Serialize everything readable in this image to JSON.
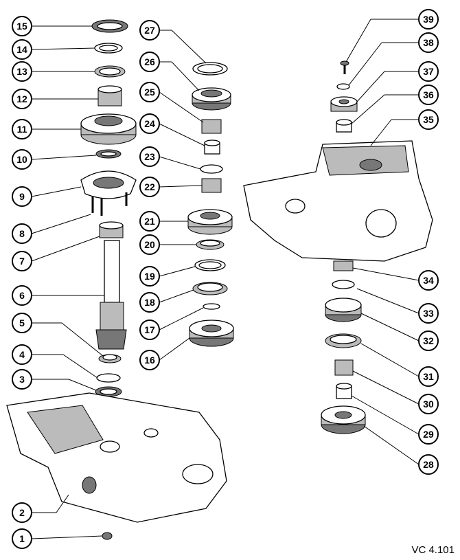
{
  "diagram": {
    "reference_code": "VC 4.101",
    "callouts": [
      "1",
      "2",
      "3",
      "4",
      "5",
      "6",
      "7",
      "8",
      "9",
      "10",
      "11",
      "12",
      "13",
      "14",
      "15",
      "16",
      "17",
      "18",
      "19",
      "20",
      "21",
      "22",
      "23",
      "24",
      "25",
      "26",
      "27",
      "28",
      "29",
      "30",
      "31",
      "32",
      "33",
      "34",
      "35",
      "36",
      "37",
      "38",
      "39"
    ]
  }
}
